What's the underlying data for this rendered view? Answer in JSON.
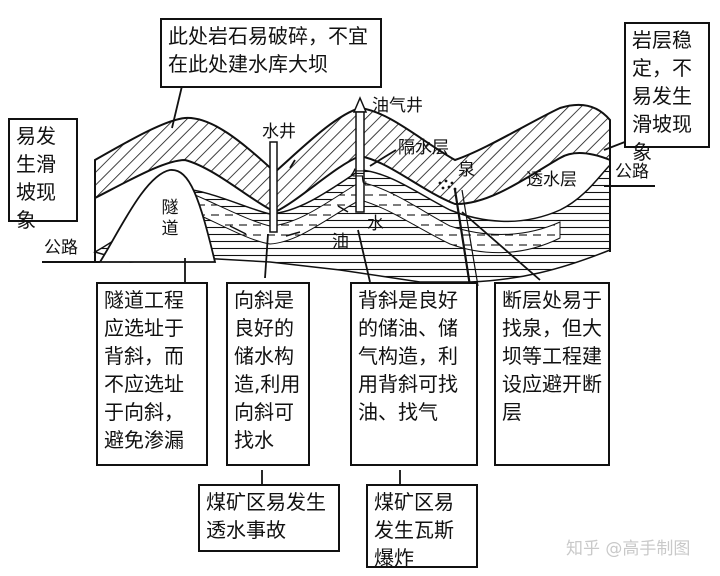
{
  "callouts": {
    "top_rock_broken": "此处岩石易破碎，不宜在此处建水库大坝",
    "left_landslide": "易发生滑坡现象",
    "right_stable": "岩层稳定，不易发生滑坡现象",
    "tunnel": "隧道工程应选址于背斜，而不应选址于向斜，避免渗漏",
    "syncline": "向斜是良好的储水构造,利用向斜可找水",
    "anticline": "背斜是良好的储油、储气构造，利用背斜可找油、找气",
    "fault": "断层处易于找泉，但大坝等工程建设应避开断层",
    "coal_water": "煤矿区易发生透水事故",
    "coal_gas": "煤矿区易发生瓦斯爆炸"
  },
  "labels": {
    "water_well": "水井",
    "oil_gas_well": "油气井",
    "impermeable_layer": "隔水层",
    "gas": "气",
    "spring": "泉",
    "permeable_layer": "透水层",
    "road_left": "公路",
    "road_right": "公路",
    "tunnel": "隧道",
    "oil": "油",
    "water": "水"
  },
  "watermark": "知乎 @高手制图"
}
